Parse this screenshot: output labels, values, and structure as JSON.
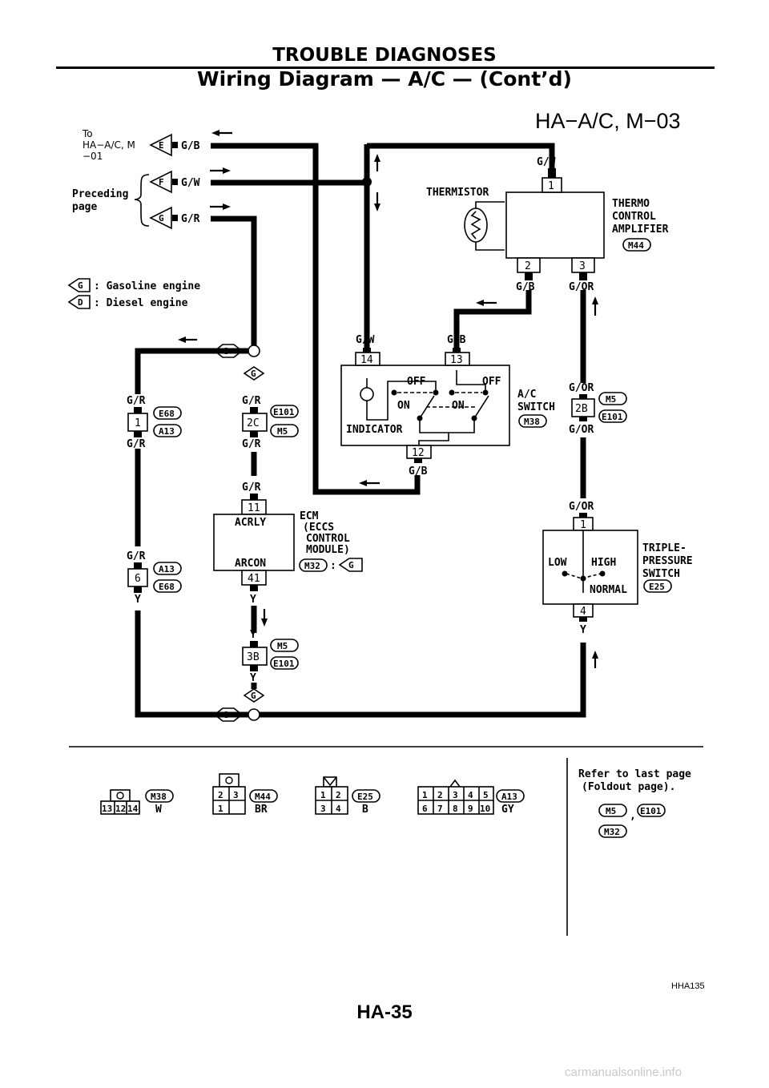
{
  "header": {
    "section": "TROUBLE DIAGNOSES",
    "subtitle": "Wiring Diagram — A/C — (Cont’d)"
  },
  "diagram_code": "HA−A/C, M−03",
  "to_note": [
    "To",
    "HA−A/C, M",
    "−01"
  ],
  "preceding_page": [
    "Preceding",
    "page"
  ],
  "connectors_top": [
    {
      "letter": "E",
      "wire": "G/B"
    },
    {
      "letter": "F",
      "wire": "G/W"
    },
    {
      "letter": "G",
      "wire": "G/R"
    }
  ],
  "legend": [
    {
      "symbol": "G",
      "text": ": Gasoline engine"
    },
    {
      "symbol": "D",
      "text": ": Diesel engine"
    }
  ],
  "thermistor_label": "THERMISTOR",
  "thermo_amp": {
    "name": [
      "THERMO",
      "CONTROL",
      "AMPLIFIER"
    ],
    "connector": "M44",
    "pin1": "1",
    "pin2": "2",
    "pin3": "3",
    "wire1": "G/W",
    "wire2": "G/B",
    "wire3": "G/OR"
  },
  "ac_switch": {
    "name": [
      "A/C",
      "SWITCH"
    ],
    "connector": "M38",
    "pin14": "14",
    "pin13": "13",
    "pin12": "12",
    "wire14": "G/W",
    "wire13": "G/B",
    "wire12": "G/B",
    "off1": "OFF",
    "off2": "OFF",
    "on1": "ON",
    "on2": "ON",
    "indicator": "INDICATOR"
  },
  "junction_d_top": "D",
  "junction_g_mid": "G",
  "left_conn": {
    "wire_top": "G/R",
    "pin": "1",
    "wire_bottom": "G/R",
    "c1": "E68",
    "c2": "A13"
  },
  "mid_conn": {
    "wire_top": "G/R",
    "pin": "2C",
    "wire_bottom": "G/R",
    "c1": "E101",
    "c2": "M5"
  },
  "right_conn": {
    "wire_top": "G/OR",
    "pin": "2B",
    "wire_bottom": "G/OR",
    "c1": "M5",
    "c2": "E101"
  },
  "ecm": {
    "wire_top": "G/R",
    "pin_top": "11",
    "acrly": "ACRLY",
    "arcon": "ARCON",
    "pin_bottom": "41",
    "wire_bottom": "Y",
    "name": [
      "ECM",
      "(ECCS",
      "CONTROL",
      "MODULE)"
    ],
    "connector": "M32",
    "suffix": ":",
    "engine": "G"
  },
  "left_conn2": {
    "wire_top": "G/R",
    "pin": "6",
    "wire_bottom": "Y",
    "c1": "A13",
    "c2": "E68"
  },
  "mid_conn2": {
    "wire_top": "Y",
    "pin": "3B",
    "wire_bottom": "Y",
    "c1": "M5",
    "c2": "E101"
  },
  "junction_g_bottom": "G",
  "junction_d_bottom": "D",
  "triple_switch": {
    "wire_top": "G/OR",
    "pin_top": "1",
    "low": "LOW",
    "high": "HIGH",
    "normal": "NORMAL",
    "pin_bottom": "4",
    "wire_bottom": "Y",
    "name": [
      "TRIPLE-",
      "PRESSURE",
      "SWITCH"
    ],
    "connector": "E25"
  },
  "connector_views": [
    {
      "id": "M38",
      "color": "W",
      "pins": [
        "13",
        "12",
        "14"
      ]
    },
    {
      "id": "M44",
      "color": "BR",
      "pins": [
        "2",
        "3",
        "1"
      ]
    },
    {
      "id": "E25",
      "color": "B",
      "pins": [
        "1",
        "2",
        "3",
        "4"
      ]
    },
    {
      "id": "A13",
      "color": "GY",
      "pins": [
        "1",
        "2",
        "3",
        "4",
        "5",
        "6",
        "7",
        "8",
        "9",
        "10"
      ]
    }
  ],
  "refer_note": [
    "Refer to last page",
    "(Foldout page)."
  ],
  "refer_connectors": [
    "M5",
    "E101",
    "M32"
  ],
  "refer_comma": ",",
  "figure_code": "HHA135",
  "page_number": "HA-35",
  "watermark": "carmanualsonline.info"
}
